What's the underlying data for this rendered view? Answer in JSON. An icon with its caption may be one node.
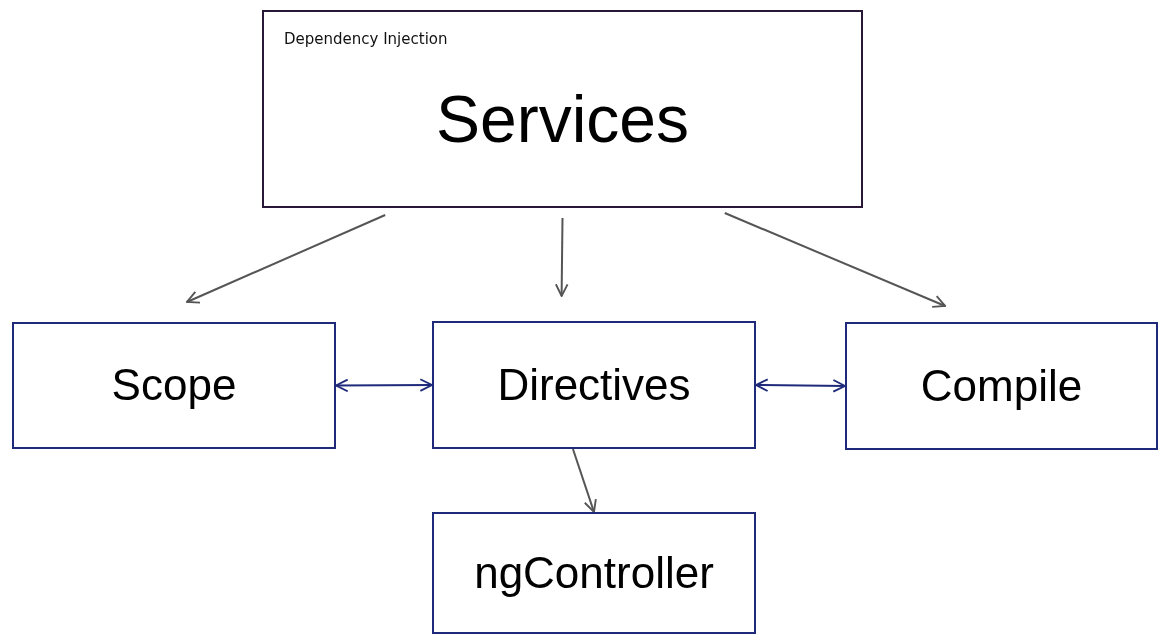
{
  "diagram": {
    "nodes": [
      {
        "text": [
          "Dependency Injection",
          "Services"
        ]
      },
      {
        "text": [
          "Scope"
        ]
      },
      {
        "text": [
          "Directives"
        ]
      },
      {
        "text": [
          "Compile"
        ]
      },
      {
        "text": [
          "ngController"
        ]
      }
    ],
    "edges": [
      {
        "from": 0,
        "to": 1,
        "arrow": "to"
      },
      {
        "from": 0,
        "to": 2,
        "arrow": "to"
      },
      {
        "from": 0,
        "to": 3,
        "arrow": "to"
      },
      {
        "from": 1,
        "to": 2,
        "arrow": "both",
        "color": "#1f2a7a"
      },
      {
        "from": 2,
        "to": 3,
        "arrow": "both",
        "color": "#1f2a7a"
      },
      {
        "from": 2,
        "to": 4,
        "arrow": "to"
      }
    ]
  }
}
